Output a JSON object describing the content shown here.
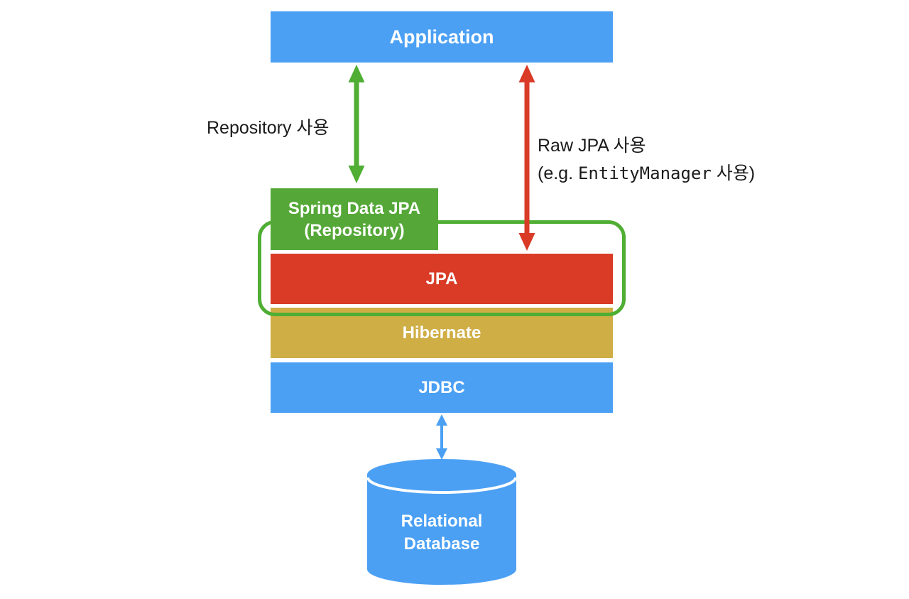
{
  "diagram": {
    "title_hint": "Spring Data JPA architecture stack",
    "boxes": {
      "application": {
        "label": "Application",
        "color": "#4BA0F4"
      },
      "spring_data_jpa": {
        "label_line1": "Spring Data JPA",
        "label_line2": "(Repository)",
        "color": "#55A838"
      },
      "jpa": {
        "label": "JPA",
        "color": "#D93B27"
      },
      "hibernate": {
        "label": "Hibernate",
        "color": "#CFAE46"
      },
      "jdbc": {
        "label": "JDBC",
        "color": "#4BA0F4"
      },
      "database": {
        "label_line1": "Relational",
        "label_line2": "Database",
        "color": "#4BA0F4"
      }
    },
    "annotations": {
      "repository_usage": "Repository 사용",
      "raw_jpa_usage": "Raw JPA 사용",
      "raw_jpa_example_prefix": "(e.g. ",
      "raw_jpa_example_code": "EntityManager",
      "raw_jpa_example_suffix": " 사용)"
    },
    "arrows": {
      "application_to_spring": {
        "color": "#4FAE33",
        "direction": "bidirectional"
      },
      "application_to_jpa": {
        "color": "#D93B27",
        "direction": "bidirectional"
      },
      "jdbc_to_database": {
        "color": "#4BA0F4",
        "direction": "bidirectional"
      }
    },
    "outline": {
      "wraps": "JPA",
      "color": "#4FAE33"
    },
    "colors": {
      "blue": "#4BA0F4",
      "green_box": "#55A838",
      "green_line": "#4FAE33",
      "red": "#D93B27",
      "gold": "#CFAE46",
      "text_dark": "#1b1b1b",
      "background": "#ffffff"
    }
  }
}
